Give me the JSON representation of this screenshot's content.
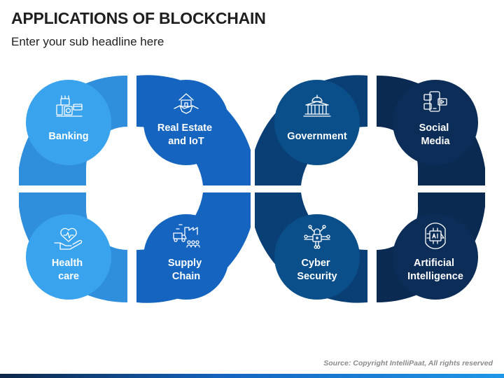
{
  "title": "APPLICATIONS OF BLOCKCHAIN",
  "subtitle": "Enter your sub headline here",
  "source": "Source: Copyright IntelliPaat, All rights reserved",
  "nodes": [
    {
      "id": "banking",
      "lines": [
        "Banking"
      ],
      "icon": "banking-icon",
      "color": "#3aa3ee"
    },
    {
      "id": "real-estate",
      "lines": [
        "Real Estate",
        "and IoT"
      ],
      "icon": "handshake-house-icon",
      "color": "#1565c0"
    },
    {
      "id": "government",
      "lines": [
        "Government"
      ],
      "icon": "government-building-icon",
      "color": "#0b4f8a"
    },
    {
      "id": "social-media",
      "lines": [
        "Social",
        "Media"
      ],
      "icon": "social-media-icon",
      "color": "#0c2d57"
    },
    {
      "id": "healthcare",
      "lines": [
        "Health",
        "care"
      ],
      "icon": "heart-hand-icon",
      "color": "#3aa3ee"
    },
    {
      "id": "supply-chain",
      "lines": [
        "Supply",
        "Chain"
      ],
      "icon": "supply-chain-icon",
      "color": "#1565c0"
    },
    {
      "id": "cyber-security",
      "lines": [
        "Cyber",
        "Security"
      ],
      "icon": "lock-network-icon",
      "color": "#0b4f8a"
    },
    {
      "id": "ai",
      "lines": [
        "Artificial",
        "Intelligence"
      ],
      "icon": "ai-chip-icon",
      "color": "#0c2d57"
    }
  ],
  "colors": {
    "arc_light": "#2f8fdc",
    "arc_mid": "#1565c0",
    "arc_dark": "#0a3f75",
    "arc_darkest": "#0a2a52"
  }
}
